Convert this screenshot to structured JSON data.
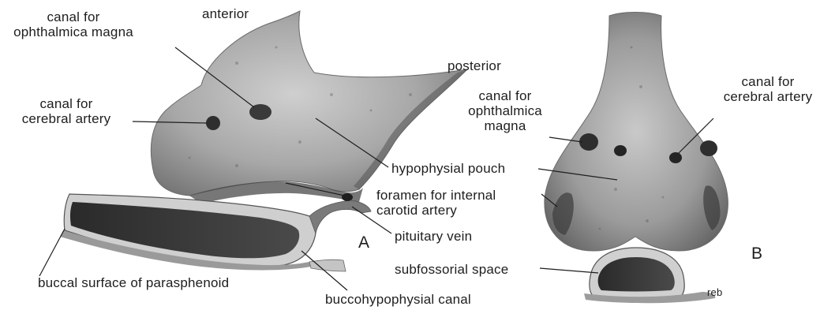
{
  "labels": {
    "anterior": "anterior",
    "canal_ophthalmica_a": "canal for\nophthalmica magna",
    "posterior": "posterior",
    "canal_cerebral_a": "canal for\ncerebral artery",
    "canal_ophthalmica_b": "canal for\nophthalmica\nmagna",
    "canal_cerebral_b": "canal for\ncerebral artery",
    "hypophysial_pouch": "hypophysial pouch",
    "foramen": "foramen for internal\ncarotid artery",
    "pituitary_vein": "pituitary vein",
    "buccal_surface": "buccal surface of parasphenoid",
    "subfossorial_space": "subfossorial space",
    "buccohypophysial_canal": "buccohypophysial canal",
    "reb": "reb",
    "view_a": "A",
    "view_b": "B"
  },
  "colors": {
    "ink": "#1e1e1e",
    "bone": "#8a8a8a",
    "shadow": "#3a3a3a",
    "background": "#ffffff"
  }
}
